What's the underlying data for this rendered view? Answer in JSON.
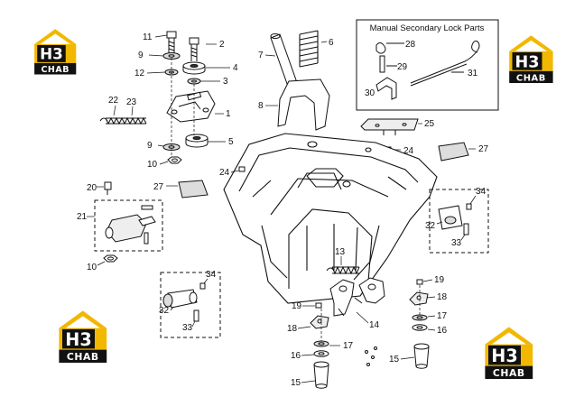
{
  "inset": {
    "title": "Manual Secondary Lock Parts"
  },
  "logo": {
    "mark": "H3",
    "caption": "CHAB",
    "color_black": "#111111",
    "color_gold": "#f2b800"
  },
  "callouts": {
    "n11": "11",
    "n2": "2",
    "n9a": "9",
    "n4": "4",
    "n12": "12",
    "n3": "3",
    "n1": "1",
    "n22": "22",
    "n23": "23",
    "n9b": "9",
    "n5": "5",
    "n10a": "10",
    "n7": "7",
    "n6": "6",
    "n8": "8",
    "n28": "28",
    "n29": "29",
    "n30": "30",
    "n31": "31",
    "n25": "25",
    "n24a": "24",
    "n27a": "27",
    "n24b": "24",
    "n27b": "27",
    "n20": "20",
    "n21": "21",
    "n10b": "10",
    "n34a": "34",
    "n32a": "32",
    "n33a": "33",
    "n13": "13",
    "n34b": "34",
    "n32b": "32",
    "n33b": "33",
    "n19a": "19",
    "n18a": "18",
    "n17a": "17",
    "n16a": "16",
    "n15a": "15",
    "n19b": "19",
    "n18b": "18",
    "n17b": "17",
    "n16b": "16",
    "n15b": "15",
    "n14": "14"
  }
}
